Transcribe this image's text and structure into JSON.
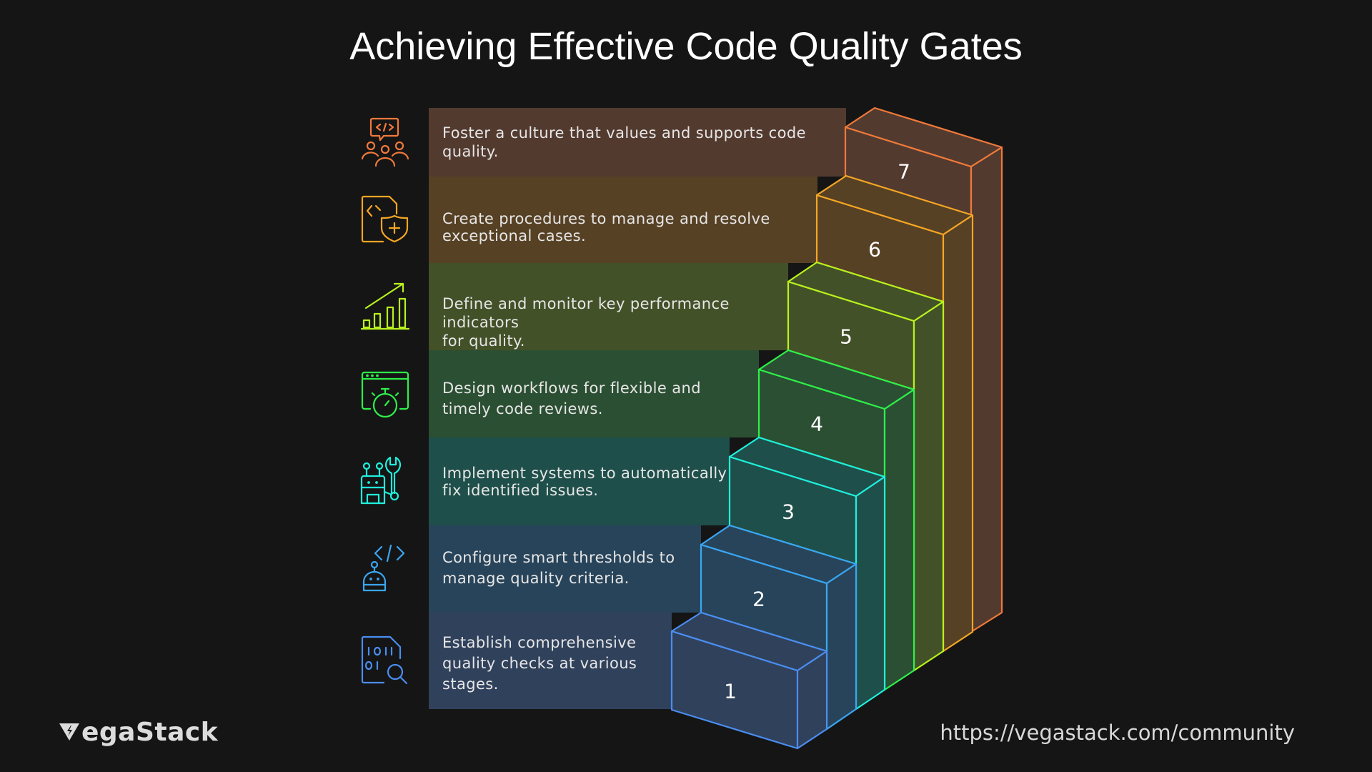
{
  "title": "Achieving Effective Code Quality Gates",
  "colors": {
    "background": "#151515"
  },
  "steps": [
    {
      "number": "1",
      "text": "Establish comprehensive quality checks at various stages.",
      "lines": [
        "Establish comprehensive",
        "quality checks at various",
        "stages."
      ],
      "icon": "binary-document-search-icon",
      "stroke": "#4a8ef0",
      "fill": "#30415c"
    },
    {
      "number": "2",
      "text": "Configure smart thresholds to manage quality criteria.",
      "lines": [
        "Configure smart thresholds to",
        "manage quality criteria."
      ],
      "icon": "bot-code-icon",
      "stroke": "#3aa6f2",
      "fill": "#28445a"
    },
    {
      "number": "3",
      "text": "Implement systems to automatically fix identified issues.",
      "lines": [
        "Implement systems to automatically",
        "fix identified issues."
      ],
      "icon": "robot-wrench-icon",
      "stroke": "#1ff0dc",
      "fill": "#1f4f4a"
    },
    {
      "number": "4",
      "text": "Design workflows for flexible and timely code reviews.",
      "lines": [
        "Design workflows for flexible and",
        "timely code reviews."
      ],
      "icon": "browser-stopwatch-icon",
      "stroke": "#2ef04a",
      "fill": "#2b4f33"
    },
    {
      "number": "5",
      "text": "Define and monitor key performance indicators for quality.",
      "lines": [
        "Define and monitor key performance indicators",
        "for quality."
      ],
      "icon": "growth-chart-icon",
      "stroke": "#b8f21e",
      "fill": "#435128"
    },
    {
      "number": "6",
      "text": "Create procedures to manage and resolve exceptional cases.",
      "lines": [
        "Create procedures to manage and resolve",
        "exceptional cases."
      ],
      "icon": "document-shield-icon",
      "stroke": "#f5a623",
      "fill": "#574124"
    },
    {
      "number": "7",
      "text": "Foster a culture that values and supports code quality.",
      "lines": [
        "Foster a culture that values and supports code",
        "quality."
      ],
      "icon": "team-code-culture-icon",
      "stroke": "#f07a3a",
      "fill": "#533a2f"
    }
  ],
  "footer": {
    "logo": "VegaStack",
    "logo_suffix": "egaStack",
    "url": "https://vegastack.com/community"
  }
}
